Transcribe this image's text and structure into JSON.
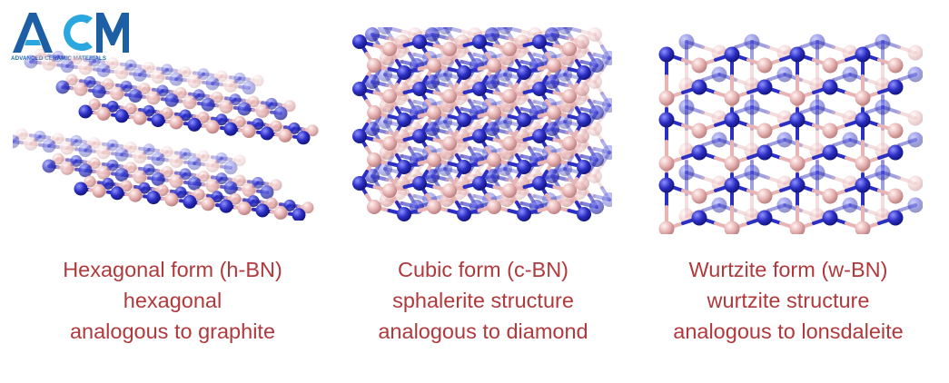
{
  "logo": {
    "letters": "ACM",
    "subtitle": "ADVANCED CERAMIC MATERIALS",
    "colors": {
      "dark": "#1d5fa5",
      "accent": "#2aa7df"
    }
  },
  "atom_colors": {
    "nitrogen": "#2c2fc4",
    "boron": "#e8b4b4"
  },
  "caption_color": "#b0393c",
  "forms": [
    {
      "line1": "Hexagonal form (h-BN)",
      "line2": "hexagonal",
      "line3": "analogous to graphite"
    },
    {
      "line1": "Cubic form (c-BN)",
      "line2": "sphalerite structure",
      "line3": "analogous to diamond"
    },
    {
      "line1": "Wurtzite form (w-BN)",
      "line2": "wurtzite structure",
      "line3": "analogous to lonsdaleite"
    }
  ]
}
